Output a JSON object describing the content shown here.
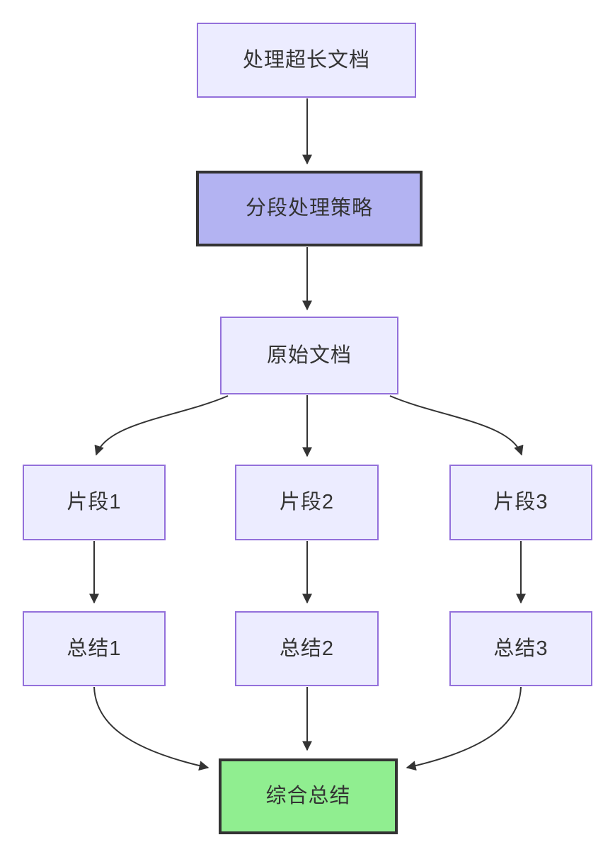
{
  "diagram": {
    "type": "flowchart",
    "direction": "top-down",
    "background_color": "#ffffff",
    "edge_color": "#333333",
    "text_color": "#333333",
    "node_styles": {
      "default": {
        "fill": "#ECECFF",
        "border": "#9370DB"
      },
      "emphasis": {
        "fill": "#B3B3F2",
        "border": "#333333"
      },
      "success": {
        "fill": "#90EE90",
        "border": "#333333"
      }
    },
    "nodes": [
      {
        "id": "title",
        "label": "处理超长文档",
        "style": "default"
      },
      {
        "id": "strategy",
        "label": "分段处理策略",
        "style": "emphasis"
      },
      {
        "id": "source",
        "label": "原始文档",
        "style": "default"
      },
      {
        "id": "seg1",
        "label": "片段1",
        "style": "default"
      },
      {
        "id": "seg2",
        "label": "片段2",
        "style": "default"
      },
      {
        "id": "seg3",
        "label": "片段3",
        "style": "default"
      },
      {
        "id": "sum1",
        "label": "总结1",
        "style": "default"
      },
      {
        "id": "sum2",
        "label": "总结2",
        "style": "default"
      },
      {
        "id": "sum3",
        "label": "总结3",
        "style": "default"
      },
      {
        "id": "final",
        "label": "综合总结",
        "style": "success"
      }
    ],
    "edges": [
      {
        "from": "title",
        "to": "strategy"
      },
      {
        "from": "strategy",
        "to": "source"
      },
      {
        "from": "source",
        "to": "seg1"
      },
      {
        "from": "source",
        "to": "seg2"
      },
      {
        "from": "source",
        "to": "seg3"
      },
      {
        "from": "seg1",
        "to": "sum1"
      },
      {
        "from": "seg2",
        "to": "sum2"
      },
      {
        "from": "seg3",
        "to": "sum3"
      },
      {
        "from": "sum1",
        "to": "final"
      },
      {
        "from": "sum2",
        "to": "final"
      },
      {
        "from": "sum3",
        "to": "final"
      }
    ]
  }
}
